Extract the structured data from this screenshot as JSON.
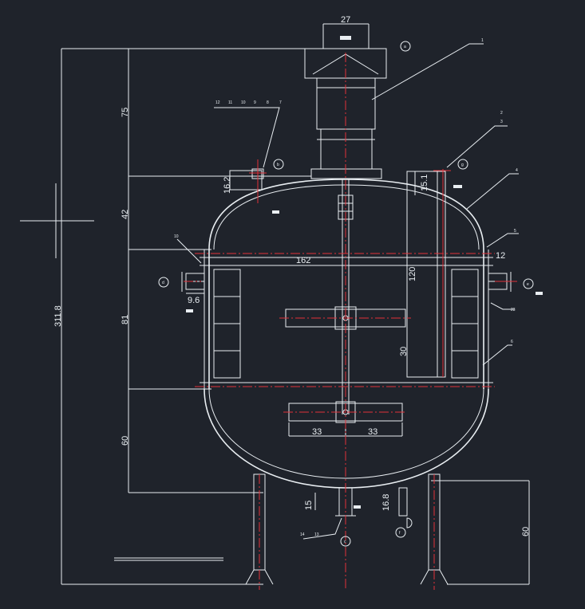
{
  "drawing": {
    "dimensions": {
      "top_width": "27",
      "nozzle_height": "75",
      "upper_head": "42",
      "shell_height": "81",
      "lower_head": "60",
      "overall_height": "311.8",
      "leg_height": "60",
      "shell_width": "162",
      "inner_tube": "120",
      "tube_offset": "30",
      "small_flange": "16.2",
      "nozzle_g": "15.1",
      "jacket_side": "12",
      "left_nozzle": "9.6",
      "impeller_left": "33",
      "impeller_right": "33",
      "bottom_outlet": "15",
      "bottom_f": "16.8"
    },
    "callouts": {
      "a": "a",
      "b": "b",
      "c": "c",
      "d": "d",
      "e": "e",
      "f": "f",
      "g": "g"
    },
    "part_numbers": {
      "p1": "1",
      "p2": "2",
      "p3": "3",
      "p4": "4",
      "p5": "5",
      "p6": "6",
      "p10": "10",
      "p23": "23",
      "p13": "13",
      "p14": "14",
      "stack_12": "12",
      "stack_11": "11",
      "stack_10": "10",
      "stack_9": "9",
      "stack_8": "8",
      "stack_7": "7"
    },
    "colors": {
      "background": "#1f232b",
      "lines": "#e9eef2",
      "centerlines": "#e0303a"
    }
  }
}
